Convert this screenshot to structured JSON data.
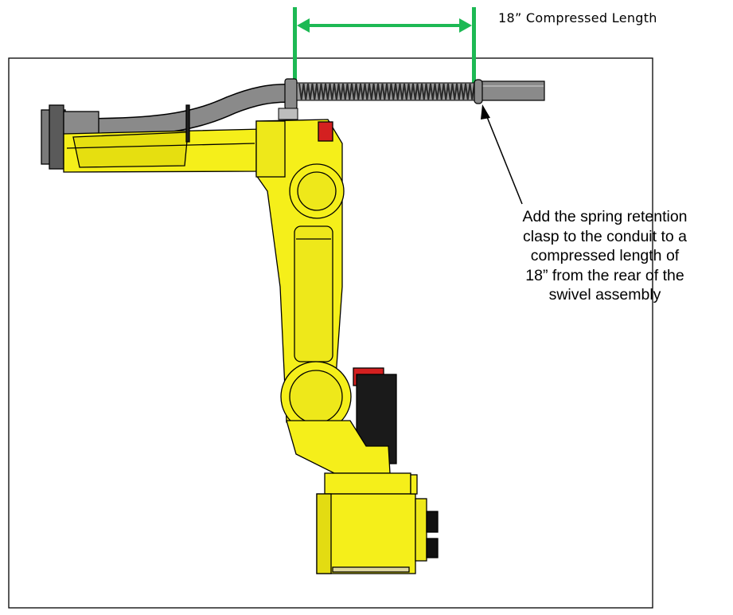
{
  "dimension": {
    "label": "18” Compressed Length",
    "color": "#1db954"
  },
  "callout": {
    "lines": [
      "Add the spring retention",
      "clasp to the conduit to a",
      "compressed length of",
      "18” from the rear of the",
      "swivel assembly"
    ]
  },
  "colors": {
    "robot_body": "#f5ef1a",
    "robot_shadow": "#c9c300",
    "conduit": "#8a8a8a",
    "spring": "#3a3a3a",
    "motor_red": "#d42020",
    "outline": "#000000"
  }
}
